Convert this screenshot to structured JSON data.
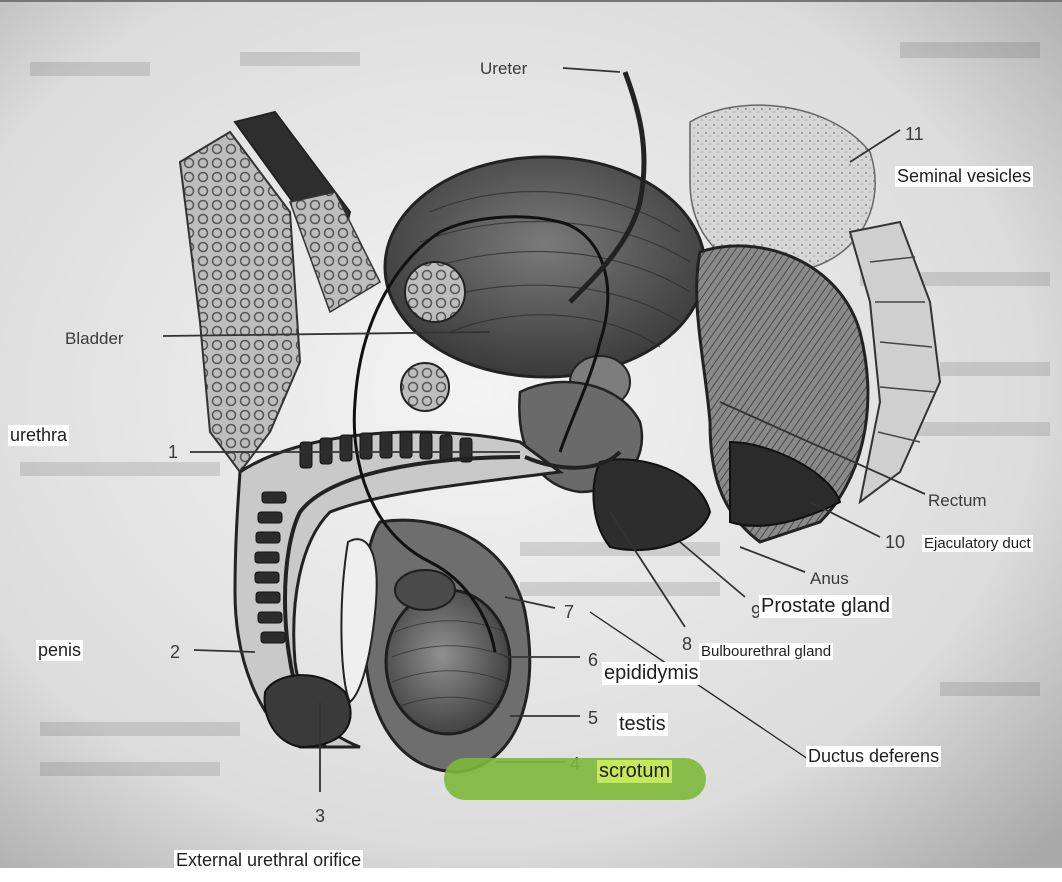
{
  "printed": {
    "ureter": "Ureter",
    "bladder": "Bladder",
    "rectum": "Rectum",
    "anus": "Anus",
    "n1": "1",
    "n2": "2",
    "n3": "3",
    "n4": "4",
    "n5": "5",
    "n6": "6",
    "n7": "7",
    "n8": "8",
    "n9": "9",
    "n10": "10",
    "n11": "11"
  },
  "labels": {
    "seminal_vesicles": "Seminal vesicles",
    "urethra": "urethra",
    "ejaculatory_duct": "Ejaculatory duct",
    "prostate_gland": "Prostate gland",
    "bulbourethral_gland": "Bulbourethral gland",
    "penis": "penis",
    "epididymis": "epididymis",
    "testis": "testis",
    "ductus_deferens": "Ductus deferens",
    "scrotum": "scrotum",
    "external_urethral_orifice": "External urethral orifice"
  },
  "colors": {
    "highlight_pill": "#7cb93a",
    "highlight_label": "#c6e85a",
    "label_background": "#ffffff"
  }
}
